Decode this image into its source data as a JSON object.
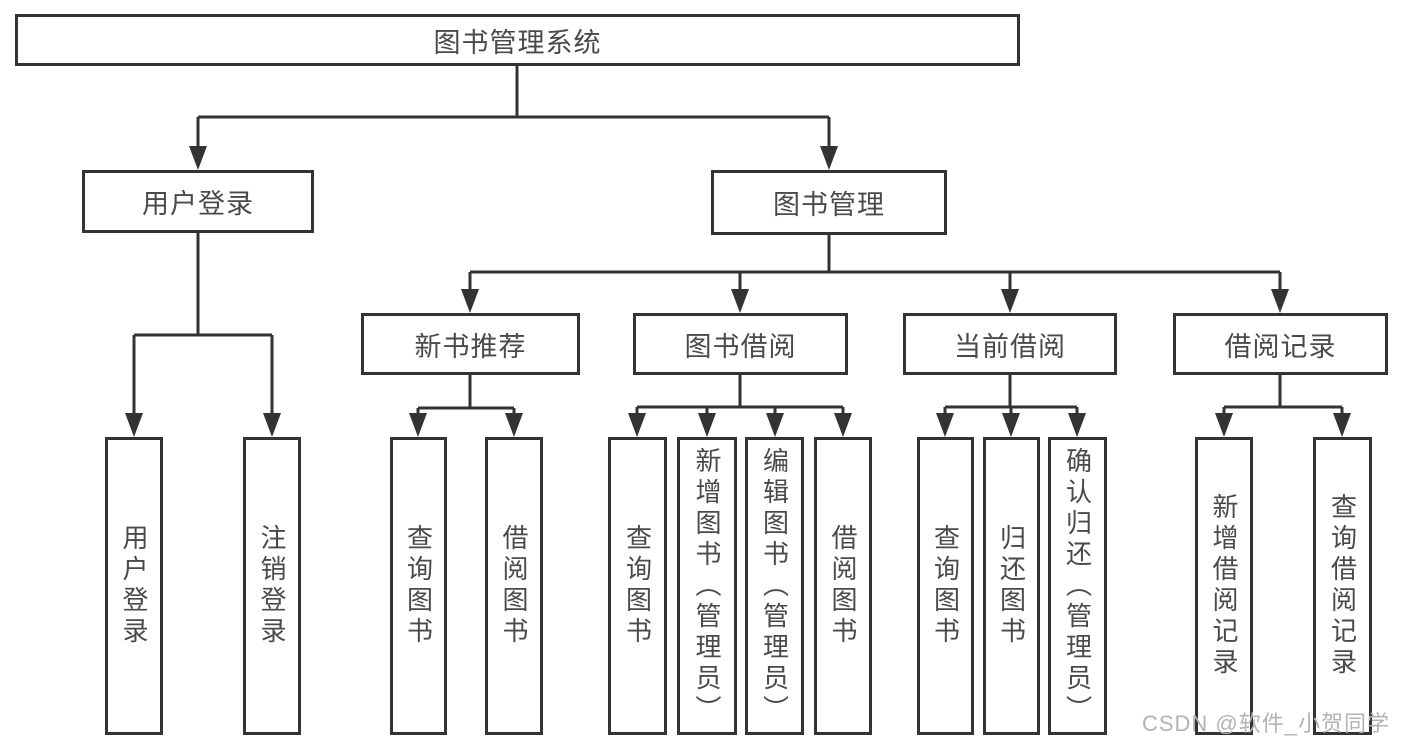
{
  "diagram": {
    "root": {
      "label": "图书管理系统"
    },
    "level1": [
      {
        "label": "用户登录",
        "children": [
          "用户登录",
          "注销登录"
        ]
      },
      {
        "label": "图书管理"
      }
    ],
    "level2": [
      {
        "label": "新书推荐",
        "children": [
          "查询图书",
          "借阅图书"
        ]
      },
      {
        "label": "图书借阅",
        "children": [
          "查询图书",
          "新增图书（管理员）",
          "编辑图书（管理员）",
          "借阅图书"
        ]
      },
      {
        "label": "当前借阅",
        "children": [
          "查询图书",
          "归还图书",
          "确认归还（管理员）"
        ]
      },
      {
        "label": "借阅记录",
        "children": [
          "新增借阅记录",
          "查询借阅记录"
        ]
      }
    ]
  },
  "watermark": "CSDN @软件_小贺同学",
  "colors": {
    "line": "#333333",
    "text": "#4a4a4a",
    "watermark": "#b3b3b3",
    "background": "#ffffff"
  }
}
